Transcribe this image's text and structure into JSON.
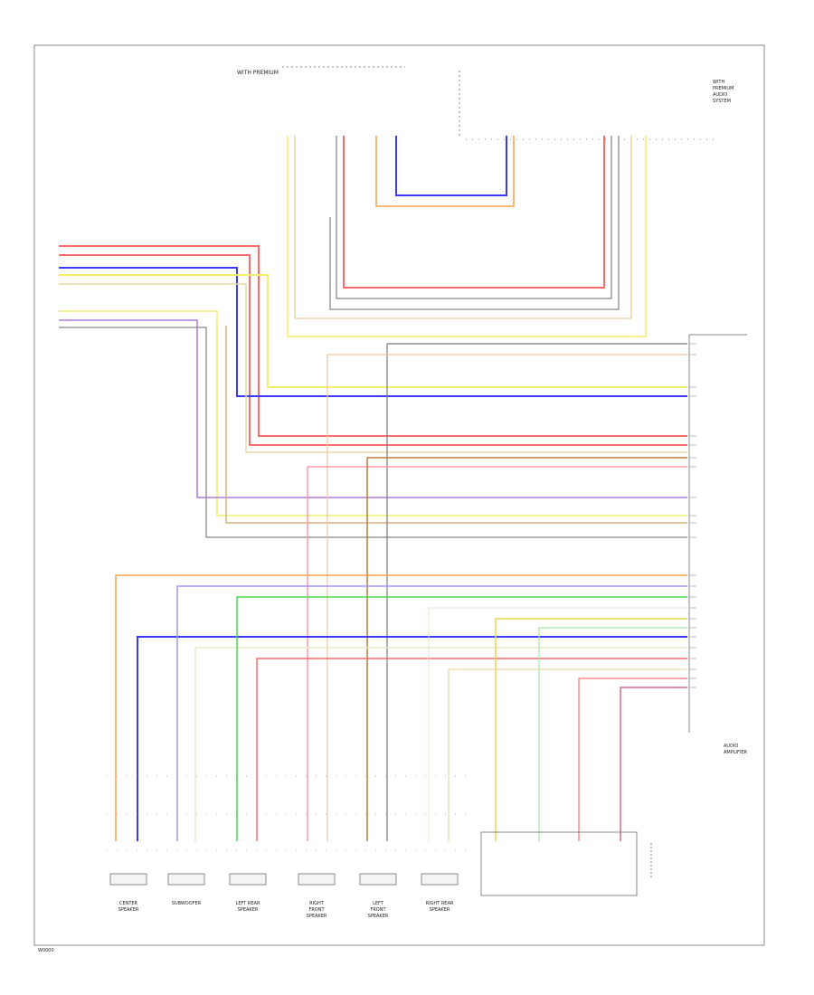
{
  "header": {
    "top_caption": "WITH PREMIUM",
    "right_caption_lines": [
      "WITH",
      "PREMIUM",
      "AUDIO",
      "SYSTEM"
    ]
  },
  "amplifier": {
    "label_lines": [
      "AUDIO",
      "AMPLIFIER"
    ]
  },
  "speakers": [
    {
      "id": "center",
      "label_lines": [
        "CENTER",
        "SPEAKER"
      ]
    },
    {
      "id": "subwoofer",
      "label_lines": [
        "SUBWOOFER"
      ]
    },
    {
      "id": "left-rear",
      "label_lines": [
        "LEFT REAR",
        "SPEAKER"
      ]
    },
    {
      "id": "right-front",
      "label_lines": [
        "RIGHT",
        "FRONT",
        "SPEAKER"
      ]
    },
    {
      "id": "left-front",
      "label_lines": [
        "LEFT",
        "FRONT",
        "SPEAKER"
      ]
    },
    {
      "id": "right-rear",
      "label_lines": [
        "RIGHT REAR",
        "SPEAKER"
      ]
    }
  ],
  "footer": {
    "figure_code": "W0000"
  },
  "wire_colors": {
    "red": "#ff6a6a",
    "blue": "#3b3bff",
    "yellow": "#f4ee6a",
    "orange": "#f4a24a",
    "gray": "#9a9a9a",
    "green": "#4ad84a",
    "violet": "#b07ad8",
    "light_yellow": "#f8f3a8",
    "dark_gray": "#555555",
    "tan": "#d8b27a",
    "brown": "#c07a3a",
    "pink": "#ff8aa8"
  }
}
